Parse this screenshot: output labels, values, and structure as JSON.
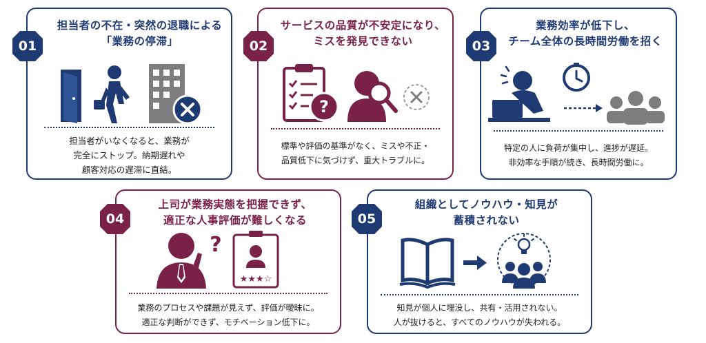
{
  "colors": {
    "navy": "#1e3a72",
    "wine": "#7a2148",
    "gray": "#7d7d7d"
  },
  "cards": [
    {
      "number": "01",
      "title_lines": [
        "担当者の不在・突然の退職による",
        "「業務の停滞」"
      ],
      "desc_lines": [
        "担当者がいなくなると、業務が",
        "完全にストップ。納期遅れや",
        "顧客対応の遅滞に直結。"
      ],
      "icons": [
        "door-icon",
        "walking-person-icon",
        "building-icon",
        "close-icon"
      ]
    },
    {
      "number": "02",
      "title_lines": [
        "サービスの品質が不安定になり、",
        "ミスを発見できない"
      ],
      "desc_lines": [
        "標準や評価の基準がなく、ミスや不正・",
        "品質低下に気づけず、重大トラブルに。"
      ],
      "icons": [
        "clipboard-checklist-icon",
        "question-icon",
        "person-magnifier-icon",
        "close-icon"
      ]
    },
    {
      "number": "03",
      "title_lines": [
        "業務効率が低下し、",
        "チーム全体の長時間労働を招く"
      ],
      "desc_lines": [
        "特定の人に負荷が集中し、進捗が遅延。",
        "非効率な手順が続き、長時間労働に。"
      ],
      "icons": [
        "stressed-worker-icon",
        "clock-icon",
        "arrow-icon",
        "team-icon"
      ]
    },
    {
      "number": "04",
      "title_lines": [
        "上司が業務実態を把握できず、",
        "適正な人事評価が難しくなる"
      ],
      "desc_lines": [
        "業務のプロセスや課題が見えず、評価が曖昧に。",
        "適正な判断ができず、モチベーション低下に。"
      ],
      "icons": [
        "thinking-boss-icon",
        "question-icon",
        "id-badge-icon",
        "rating-stars-icon"
      ],
      "rating": "★★★☆"
    },
    {
      "number": "05",
      "title_lines": [
        "組織としてノウハウ・知見が",
        "蓄積されない"
      ],
      "desc_lines": [
        "知見が個人に埋没し、共有・活用されない。",
        "人が抜けると、すべてのノウハウが失われる。"
      ],
      "icons": [
        "open-book-icon",
        "arrow-icon",
        "lightbulb-icon",
        "team-icon"
      ]
    }
  ]
}
